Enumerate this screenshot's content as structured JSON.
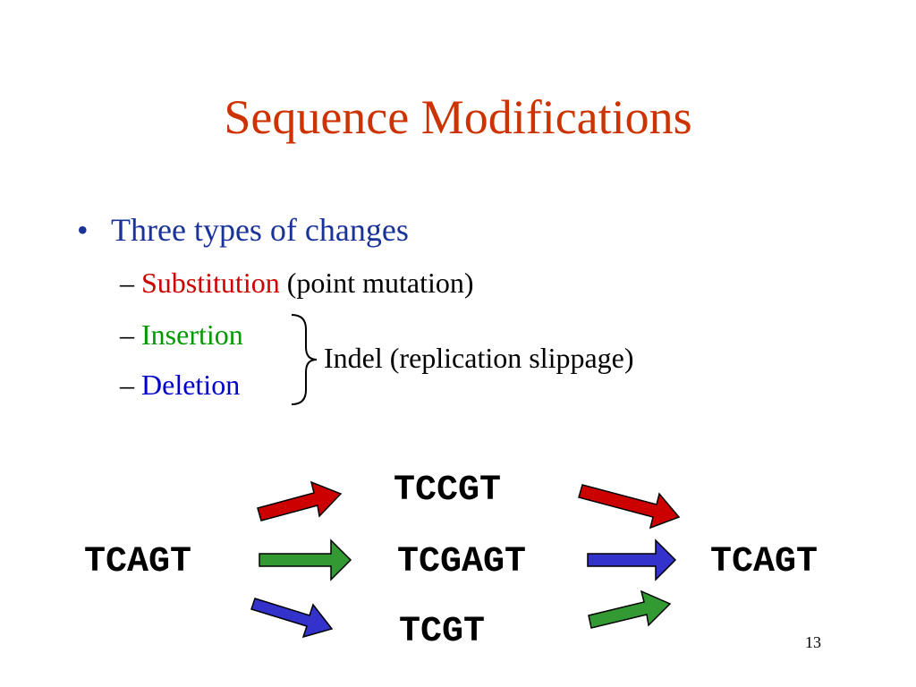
{
  "title": "Sequence Modifications",
  "bullet": {
    "marker": "•",
    "text": "Three types of changes"
  },
  "sub_items": [
    {
      "dash": "–",
      "term": "Substitution",
      "note": " (point mutation)",
      "color": "#cc0000"
    },
    {
      "dash": "–",
      "term": "Insertion",
      "note": "",
      "color": "#009900"
    },
    {
      "dash": "–",
      "term": "Deletion",
      "note": "",
      "color": "#0000cc"
    }
  ],
  "brace_label": "Indel (replication slippage)",
  "sequences": {
    "original": "TCAGT",
    "substituted": "TCCGT",
    "inserted": "TCGAGT",
    "deleted": "TCGT",
    "result": "TCAGT"
  },
  "arrow_colors": {
    "substitution": "#cc0000",
    "insertion": "#339933",
    "deletion": "#3333cc"
  },
  "slide_number": "13"
}
